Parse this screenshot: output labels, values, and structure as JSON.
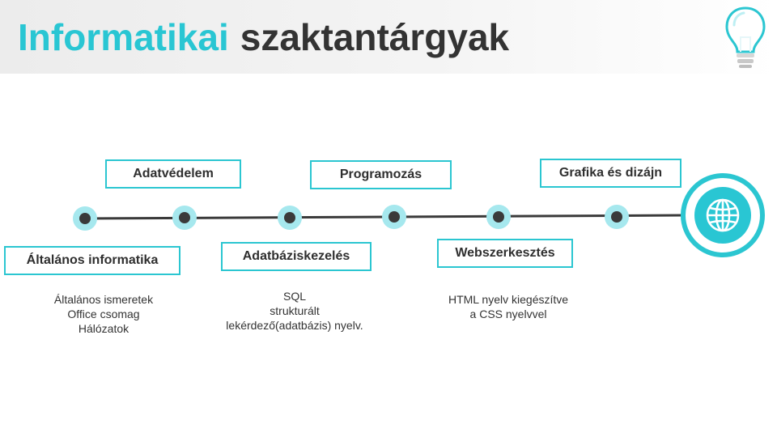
{
  "header": {
    "title_accent": "Informatikai",
    "title_rest": "szaktantárgyak",
    "logo_icon": "lightbulb-icon"
  },
  "colors": {
    "accent": "#2bc6d1",
    "text": "#333333",
    "dot": "#3a3a3a",
    "dot_halo": "#a6e8ee"
  },
  "timeline": {
    "end_icon": "globe-icon",
    "top_items": [
      {
        "label": "Adatvédelem"
      },
      {
        "label": "Programozás"
      },
      {
        "label": "Grafika és dizájn"
      }
    ],
    "bottom_items": [
      {
        "label": "Általános informatika",
        "lines": [
          "Általános ismeretek",
          "Office csomag",
          "Hálózatok"
        ]
      },
      {
        "label": "Adatbáziskezelés",
        "lines": [
          "SQL",
          "strukturált",
          "lekérdező(adatbázis) nyelv."
        ]
      },
      {
        "label": "Webszerkesztés",
        "lines": [
          "HTML nyelv  kiegészítve",
          "a CSS nyelvvel"
        ]
      }
    ]
  }
}
